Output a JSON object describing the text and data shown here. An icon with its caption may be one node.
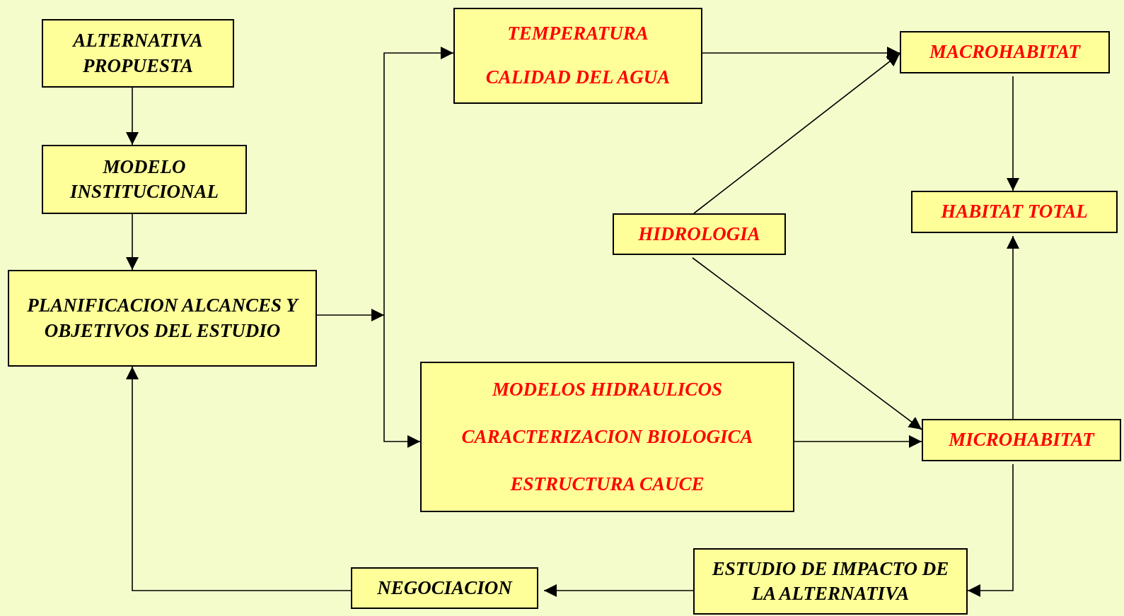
{
  "diagram": {
    "nodes": [
      {
        "text": [
          "ALTERNATIVA PROPUESTA"
        ]
      },
      {
        "text": [
          "MODELO INSTITUCIONAL"
        ]
      },
      {
        "text": [
          "PLANIFICACION ALCANCES Y OBJETIVOS DEL ESTUDIO"
        ]
      },
      {
        "text": [
          "TEMPERATURA",
          "CALIDAD DEL AGUA"
        ]
      },
      {
        "text": [
          "MACROHABITAT"
        ]
      },
      {
        "text": [
          "HIDROLOGIA"
        ]
      },
      {
        "text": [
          "HABITAT TOTAL"
        ]
      },
      {
        "text": [
          "MODELOS HIDRAULICOS",
          "CARACTERIZACION BIOLOGICA",
          "ESTRUCTURA CAUCE"
        ]
      },
      {
        "text": [
          "MICROHABITAT"
        ]
      },
      {
        "text": [
          "ESTUDIO DE IMPACTO DE LA ALTERNATIVA"
        ]
      },
      {
        "text": [
          "NEGOCIACION"
        ]
      }
    ],
    "edges": [
      {
        "from": 0,
        "to": 1,
        "arrow": "to"
      },
      {
        "from": 1,
        "to": 2,
        "arrow": "to"
      },
      {
        "from": 2,
        "to": 3,
        "arrow": "to"
      },
      {
        "from": 2,
        "to": 7,
        "arrow": "to"
      },
      {
        "from": 3,
        "to": 4,
        "arrow": "to"
      },
      {
        "from": 5,
        "to": 4,
        "arrow": "to"
      },
      {
        "from": 5,
        "to": 8,
        "arrow": "to"
      },
      {
        "from": 7,
        "to": 8,
        "arrow": "to"
      },
      {
        "from": 4,
        "to": 6,
        "arrow": "to"
      },
      {
        "from": 8,
        "to": 6,
        "arrow": "to"
      },
      {
        "from": 8,
        "to": 9,
        "arrow": "to"
      },
      {
        "from": 9,
        "to": 10,
        "arrow": "to"
      },
      {
        "from": 10,
        "to": 2,
        "arrow": "to"
      }
    ]
  }
}
